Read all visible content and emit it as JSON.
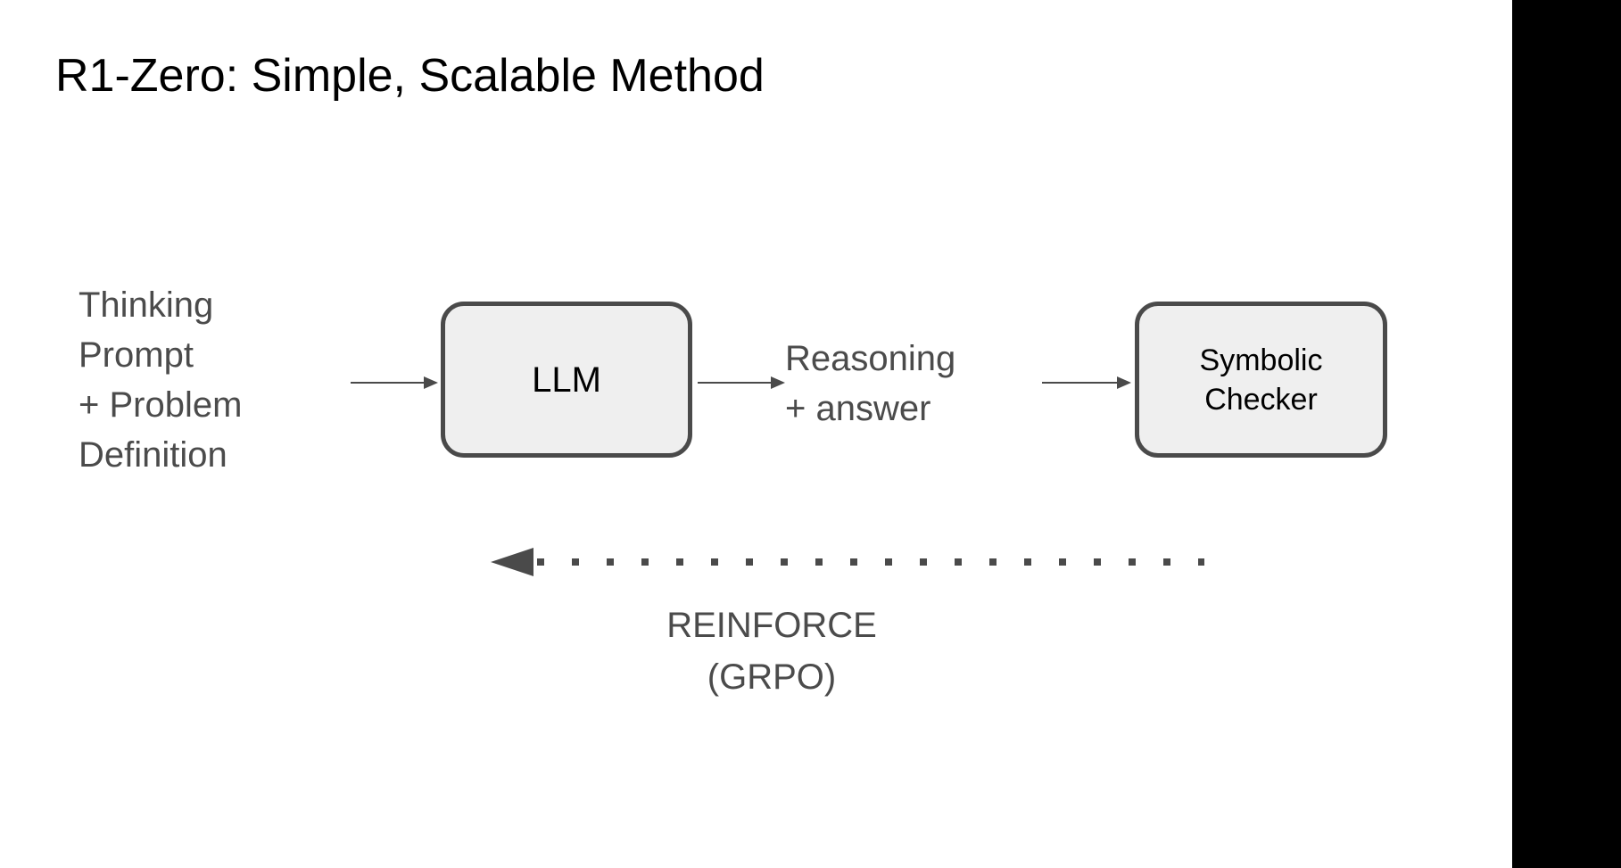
{
  "slide": {
    "title": "R1-Zero: Simple, Scalable Method",
    "background_color": "#ffffff",
    "accent_bar_color": "#000000",
    "text_gray": "#4b4b4b",
    "box_fill": "#efefef",
    "box_border": "#4a4a4a"
  },
  "diagram": {
    "input_label": {
      "line1": "Thinking",
      "line2": "Prompt",
      "line3": "+ Problem",
      "line4": "Definition"
    },
    "llm_box": {
      "label": "LLM"
    },
    "reasoning_label": {
      "line1": "Reasoning",
      "line2": "+ answer"
    },
    "checker_box": {
      "line1": "Symbolic",
      "line2": "Checker"
    },
    "feedback": {
      "line1": "REINFORCE",
      "line2": "(GRPO)"
    }
  }
}
